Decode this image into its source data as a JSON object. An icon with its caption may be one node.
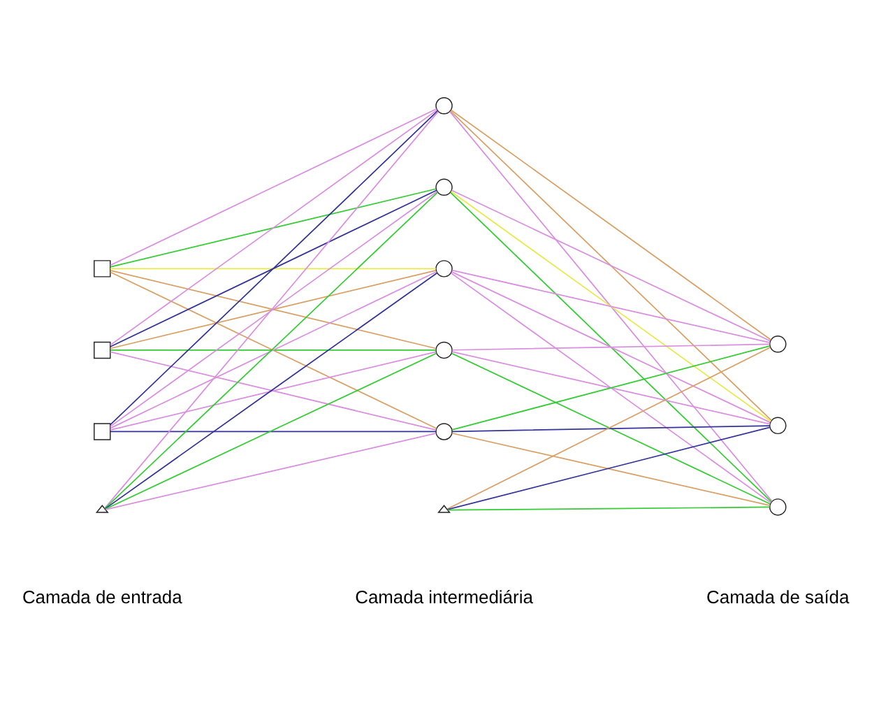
{
  "diagram": {
    "nodes": [
      {
        "text": [],
        "shape": "box"
      },
      {
        "text": [],
        "shape": "box"
      },
      {
        "text": [],
        "shape": "box"
      },
      {
        "text": [],
        "shape": "circle"
      },
      {
        "text": [],
        "shape": "circle"
      },
      {
        "text": [],
        "shape": "circle"
      },
      {
        "text": [],
        "shape": "circle"
      },
      {
        "text": [],
        "shape": "circle"
      },
      {
        "text": [],
        "shape": "circle"
      },
      {
        "text": [],
        "shape": "circle"
      },
      {
        "text": [],
        "shape": "circle"
      },
      {
        "text": [],
        "shape": "triangle"
      },
      {
        "text": [],
        "shape": "triangle"
      }
    ],
    "edges": [
      {
        "from": 0,
        "to": 3,
        "arrow": "none",
        "color": "#d98ee0"
      },
      {
        "from": 0,
        "to": 4,
        "arrow": "none",
        "color": "#33cc33"
      },
      {
        "from": 0,
        "to": 5,
        "arrow": "none",
        "color": "#e8e84a"
      },
      {
        "from": 0,
        "to": 6,
        "arrow": "none",
        "color": "#d9a066"
      },
      {
        "from": 0,
        "to": 7,
        "arrow": "none",
        "color": "#d9a066"
      },
      {
        "from": 1,
        "to": 3,
        "arrow": "none",
        "color": "#d98ee0"
      },
      {
        "from": 1,
        "to": 4,
        "arrow": "none",
        "color": "#333399"
      },
      {
        "from": 1,
        "to": 5,
        "arrow": "none",
        "color": "#d9a066"
      },
      {
        "from": 1,
        "to": 6,
        "arrow": "none",
        "color": "#33cc33"
      },
      {
        "from": 1,
        "to": 7,
        "arrow": "none",
        "color": "#d98ee0"
      },
      {
        "from": 2,
        "to": 3,
        "arrow": "none",
        "color": "#333399"
      },
      {
        "from": 2,
        "to": 4,
        "arrow": "none",
        "color": "#d98ee0"
      },
      {
        "from": 2,
        "to": 5,
        "arrow": "none",
        "color": "#d98ee0"
      },
      {
        "from": 2,
        "to": 6,
        "arrow": "none",
        "color": "#d98ee0"
      },
      {
        "from": 2,
        "to": 7,
        "arrow": "none",
        "color": "#333399"
      },
      {
        "from": 11,
        "to": 3,
        "arrow": "none",
        "color": "#d98ee0"
      },
      {
        "from": 11,
        "to": 4,
        "arrow": "none",
        "color": "#33cc33"
      },
      {
        "from": 11,
        "to": 5,
        "arrow": "none",
        "color": "#333399"
      },
      {
        "from": 11,
        "to": 6,
        "arrow": "none",
        "color": "#33cc33"
      },
      {
        "from": 11,
        "to": 7,
        "arrow": "none",
        "color": "#d98ee0"
      },
      {
        "from": 3,
        "to": 8,
        "arrow": "none",
        "color": "#d9a066"
      },
      {
        "from": 3,
        "to": 9,
        "arrow": "none",
        "color": "#d9a066"
      },
      {
        "from": 3,
        "to": 10,
        "arrow": "none",
        "color": "#d98ee0"
      },
      {
        "from": 4,
        "to": 8,
        "arrow": "none",
        "color": "#d98ee0"
      },
      {
        "from": 4,
        "to": 9,
        "arrow": "none",
        "color": "#e8e84a"
      },
      {
        "from": 4,
        "to": 10,
        "arrow": "none",
        "color": "#33cc33"
      },
      {
        "from": 5,
        "to": 8,
        "arrow": "none",
        "color": "#d98ee0"
      },
      {
        "from": 5,
        "to": 9,
        "arrow": "none",
        "color": "#d98ee0"
      },
      {
        "from": 5,
        "to": 10,
        "arrow": "none",
        "color": "#d98ee0"
      },
      {
        "from": 6,
        "to": 8,
        "arrow": "none",
        "color": "#d98ee0"
      },
      {
        "from": 6,
        "to": 9,
        "arrow": "none",
        "color": "#d98ee0"
      },
      {
        "from": 6,
        "to": 10,
        "arrow": "none",
        "color": "#33cc33"
      },
      {
        "from": 7,
        "to": 8,
        "arrow": "none",
        "color": "#33cc33"
      },
      {
        "from": 7,
        "to": 9,
        "arrow": "none",
        "color": "#333399"
      },
      {
        "from": 7,
        "to": 10,
        "arrow": "none",
        "color": "#d9a066"
      },
      {
        "from": 12,
        "to": 8,
        "arrow": "none",
        "color": "#d9a066"
      },
      {
        "from": 12,
        "to": 9,
        "arrow": "none",
        "color": "#333399"
      },
      {
        "from": 12,
        "to": 10,
        "arrow": "none",
        "color": "#33cc33"
      }
    ],
    "labels": [
      "Camada de entrada",
      "Camada intermediária",
      "Camada de saída"
    ]
  }
}
